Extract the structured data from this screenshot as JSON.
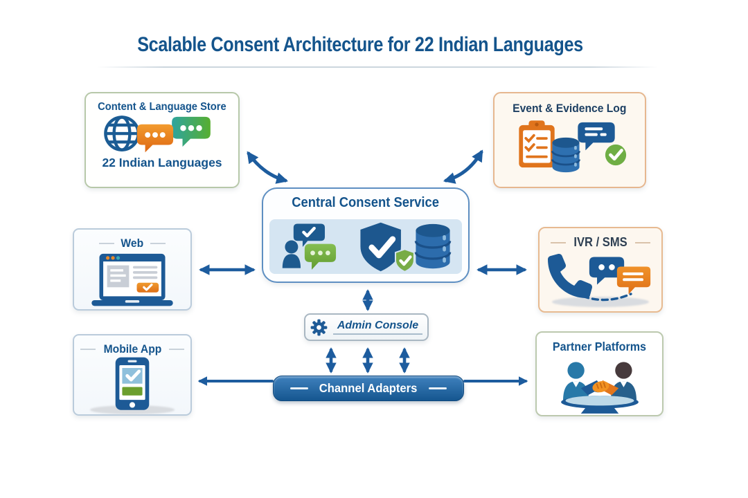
{
  "title": "Scalable Consent Architecture for 22 Indian Languages",
  "nodes": {
    "content_store": {
      "title": "Content & Language Store",
      "subtitle": "22 Indian Languages"
    },
    "event_log": {
      "title": "Event & Evidence Log"
    },
    "central": {
      "title": "Central Consent Service"
    },
    "web": {
      "title": "Web"
    },
    "ivr": {
      "title": "IVR / SMS"
    },
    "admin": {
      "title": "Admin Console"
    },
    "channel": {
      "title": "Channel Adapters"
    },
    "mobile": {
      "title": "Mobile App"
    },
    "partner": {
      "title": "Partner Platforms"
    }
  },
  "icons": {
    "content_store": [
      "globe-icon",
      "chat-bubble-orange-icon",
      "chat-bubble-green-icon"
    ],
    "event_log": [
      "clipboard-checklist-icon",
      "database-icon",
      "speech-bubble-icon",
      "check-badge-icon"
    ],
    "central": [
      "user-icon",
      "check-bubble-icon",
      "chat-dots-icon",
      "shield-check-icon",
      "shield-check-small-icon",
      "database-icon"
    ],
    "web": [
      "laptop-browser-icon"
    ],
    "ivr": [
      "phone-handset-icon",
      "chat-dots-icon",
      "chat-lines-icon"
    ],
    "admin": [
      "gear-icon"
    ],
    "mobile": [
      "smartphone-check-icon"
    ],
    "partner": [
      "user-icon",
      "handshake-icon",
      "user-icon"
    ]
  },
  "connections": [
    {
      "from": "content_store",
      "to": "central",
      "type": "bidirectional-curved"
    },
    {
      "from": "central",
      "to": "event_log",
      "type": "bidirectional-curved"
    },
    {
      "from": "web",
      "to": "central",
      "type": "bidirectional"
    },
    {
      "from": "central",
      "to": "ivr",
      "type": "bidirectional"
    },
    {
      "from": "central",
      "to": "admin",
      "type": "bidirectional"
    },
    {
      "from": "admin",
      "to": "channel",
      "type": "bidirectional-x3"
    },
    {
      "from": "channel",
      "to": "mobile",
      "type": "directed"
    },
    {
      "from": "channel",
      "to": "partner",
      "type": "directed"
    }
  ],
  "colors": {
    "heading_blue": "#14548C",
    "arrow_blue": "#1D5C9E",
    "icon_blue": "#1D5A96",
    "banner_blue_top": "#3F81BE",
    "banner_blue_bottom": "#15568F",
    "orange": "#E2761C",
    "green": "#6FAE44",
    "panel_light_blue": "#D5E5F2",
    "event_bg": "#FDF8F0",
    "sage_border": "#B7C8A9",
    "orange_border": "#E6B78F"
  }
}
